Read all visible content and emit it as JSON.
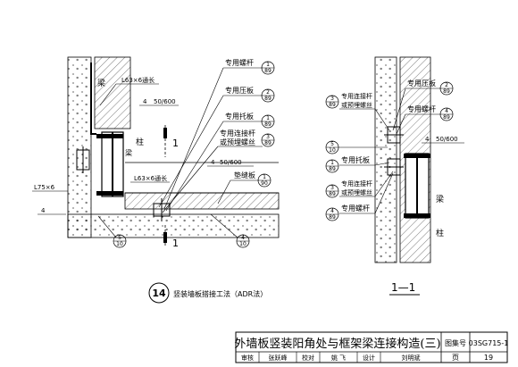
{
  "drawing": {
    "title": "外墙板竖装阳角处与框架梁连接构造(三)",
    "atlas_label": "图集号",
    "atlas_no": "03SG715-1",
    "page_label": "页",
    "page_no": "19",
    "roles": [
      "审核",
      "校对",
      "设计"
    ],
    "names": [
      "张跃峰",
      "姚 飞",
      "刘明斌"
    ]
  },
  "left_detail": {
    "beam_label": "梁",
    "column_label": "柱",
    "angle_top": "L63×6通长",
    "angle_mid": "L63×6通长",
    "angle_side": "L75×6",
    "weld_top": "50/600",
    "weld_mid": "50/600",
    "weld_num": "4",
    "section_mark": "1",
    "caption_num": "14",
    "caption_text": "竖装墙板搭接工法（ADR法）",
    "callouts": [
      {
        "label": "专用螺杆",
        "top": "1",
        "bottom": "89"
      },
      {
        "label": "专用压板",
        "top": "2",
        "bottom": "89"
      },
      {
        "label": "专用托板",
        "top": "1",
        "bottom": "89"
      },
      {
        "label": "专用连接杆\n或预埋螺丝",
        "top": "3",
        "bottom": "89"
      },
      {
        "label": "垫缝板",
        "top": "1",
        "bottom": "90"
      },
      {
        "label": "",
        "top": "4",
        "bottom": "10"
      },
      {
        "label": "",
        "top": "5",
        "bottom": "10"
      }
    ]
  },
  "right_detail": {
    "beam_label": "梁",
    "column_label": "柱",
    "weld": "50/600",
    "weld_num": "4",
    "section_title": "1—1",
    "callouts": [
      {
        "label": "专用压板",
        "top": "2",
        "bottom": "89"
      },
      {
        "label": "专用螺杆",
        "top": "4",
        "bottom": "89"
      },
      {
        "label": "专用连接杆\n或预埋螺丝",
        "top": "3",
        "bottom": "89"
      },
      {
        "label": "",
        "top": "5",
        "bottom": "10"
      },
      {
        "label": "专用托板",
        "top": "1",
        "bottom": "89"
      },
      {
        "label": "专用连接杆\n或预埋螺丝",
        "top": "3",
        "bottom": "89"
      },
      {
        "label": "专用螺杆",
        "top": "4",
        "bottom": "89"
      }
    ]
  }
}
